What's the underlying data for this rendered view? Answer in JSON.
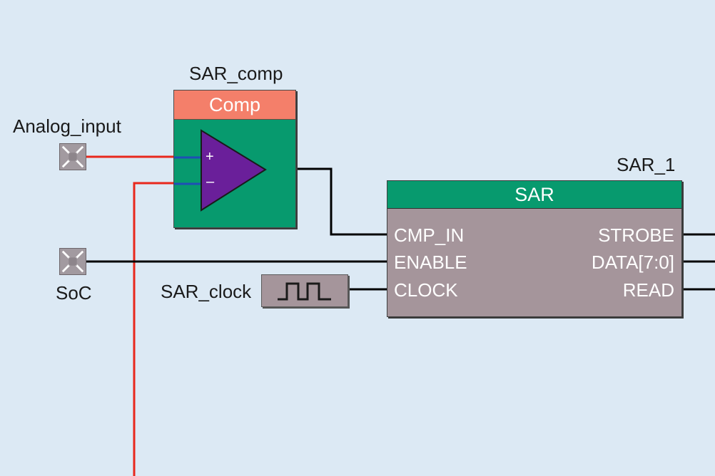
{
  "labels": {
    "analog_input": "Analog_input",
    "soc": "SoC",
    "sar_comp": "SAR_comp",
    "sar_1": "SAR_1",
    "sar_clock": "SAR_clock"
  },
  "comp_block": {
    "header": "Comp",
    "plus": "+",
    "minus": "–"
  },
  "sar_block": {
    "header": "SAR",
    "inputs": [
      "CMP_IN",
      "ENABLE",
      "CLOCK"
    ],
    "outputs": [
      "STROBE",
      "DATA[7:0]",
      "READ"
    ]
  },
  "colors": {
    "background": "#dce9f4",
    "comp_header": "#f47f6a",
    "block_green": "#079a6e",
    "opamp": "#6a1f9a",
    "sar_body": "#a5959b",
    "wire_red": "#e8281c",
    "wire_blue": "#1f4fb5",
    "wire_black": "#000000"
  }
}
